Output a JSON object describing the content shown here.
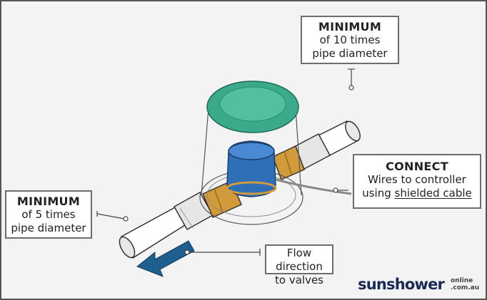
{
  "callouts": {
    "top": {
      "heading": "MINIMUM",
      "line1": "of 10 times",
      "line2": "pipe diameter"
    },
    "left": {
      "heading": "MINIMUM",
      "line1": "of 5 times",
      "line2": "pipe diameter"
    },
    "right": {
      "heading": "CONNECT",
      "line1": "Wires to controller",
      "line2_prefix": "using ",
      "line2_emphasis": "shielded cable"
    },
    "flow": {
      "line1": "Flow direction",
      "line2": "to valves"
    }
  },
  "brand": {
    "logo_text": "sunshower",
    "logo_sub1": "online",
    "logo_sub2": ".com.au",
    "watermark": "sunshoweronline.com.au"
  },
  "colors": {
    "background": "#f3f3f3",
    "meter_body": "#2f6fb8",
    "lid": "#3aaa8a",
    "brass": "#d19a3a",
    "pipe": "#ffffff",
    "flow_arrow": "#1f5f8f"
  }
}
